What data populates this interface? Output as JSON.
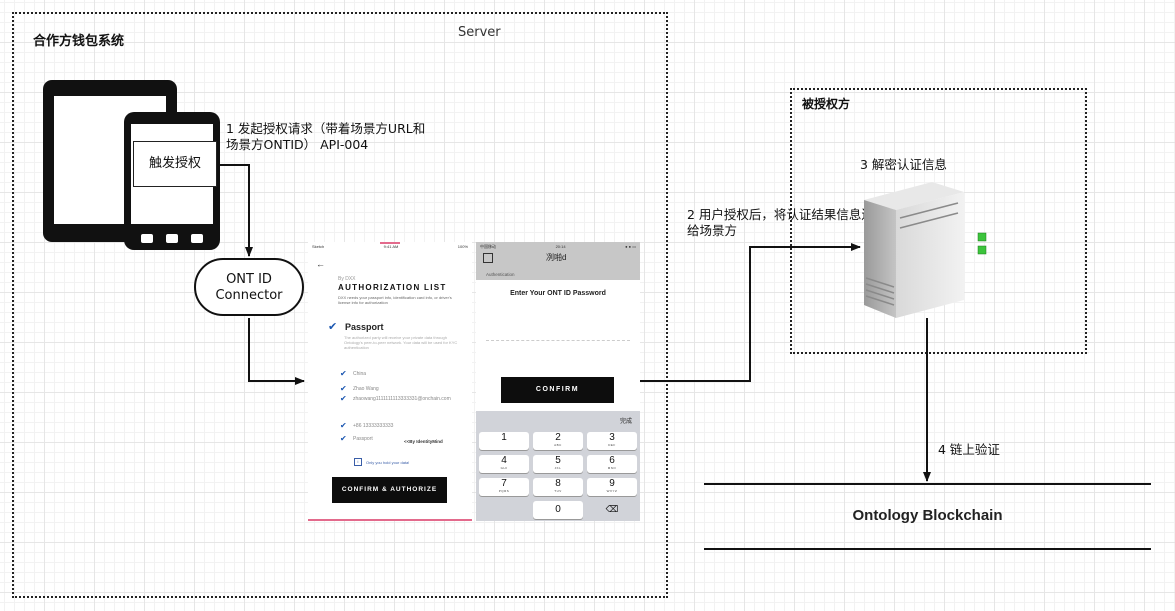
{
  "server_box": {
    "title": "合作方钱包系统",
    "server_label": "Server"
  },
  "trigger_button": {
    "label": "触发授权"
  },
  "step1": {
    "line1": "1 发起授权请求（带着场景方URL和",
    "line2": "场景方ONTID） API-004"
  },
  "connector": {
    "line1": "ONT ID",
    "line2": "Connector"
  },
  "auth_screen": {
    "status_left": "Sketch",
    "status_time": "9:41 AM",
    "status_right": "100%",
    "back": "←",
    "by": "By DXX",
    "title": "AUTHORIZATION LIST",
    "desc": "DXX needs your passport info, identification card info, or driver's license info for authorization",
    "passport_heading": "Passport",
    "passport_desc": "The authorized party will receive your private data through Ontology's peer-to-peer network. Your data will be used for KYC authentication",
    "items": [
      "China",
      "Zhao Wang",
      "zhaowang1111111113333331@onchain.com",
      "+86 13333333333",
      "Passport"
    ],
    "by_identity": "<<By IdentityMind",
    "hint": "Only you hold your data!",
    "button": "CONFIRM & AUTHORIZE"
  },
  "password_screen": {
    "status_left": "中国移动",
    "status_time": "20:14",
    "title": "冽啪d",
    "subtitle": "Authentication",
    "prompt": "Enter Your ONT ID Password",
    "button": "CONFIRM",
    "keyboard_done": "完成",
    "keys": [
      {
        "n": "1",
        "l": ""
      },
      {
        "n": "2",
        "l": "ABC"
      },
      {
        "n": "3",
        "l": "DEF"
      },
      {
        "n": "4",
        "l": "GHI"
      },
      {
        "n": "5",
        "l": "JKL"
      },
      {
        "n": "6",
        "l": "MNO"
      },
      {
        "n": "7",
        "l": "PQRS"
      },
      {
        "n": "8",
        "l": "TUV"
      },
      {
        "n": "9",
        "l": "WXYZ"
      },
      {
        "n": "",
        "l": ""
      },
      {
        "n": "0",
        "l": ""
      },
      {
        "n": "⌫",
        "l": ""
      }
    ]
  },
  "step2": {
    "line1": "2 用户授权后，将认证结果信息送",
    "line2": "给场景方"
  },
  "authorized_box": {
    "title": "被授权方"
  },
  "step3": {
    "label": "3 解密认证信息"
  },
  "step4": {
    "label": "4 链上验证"
  },
  "blockchain": {
    "label": "Ontology Blockchain"
  }
}
